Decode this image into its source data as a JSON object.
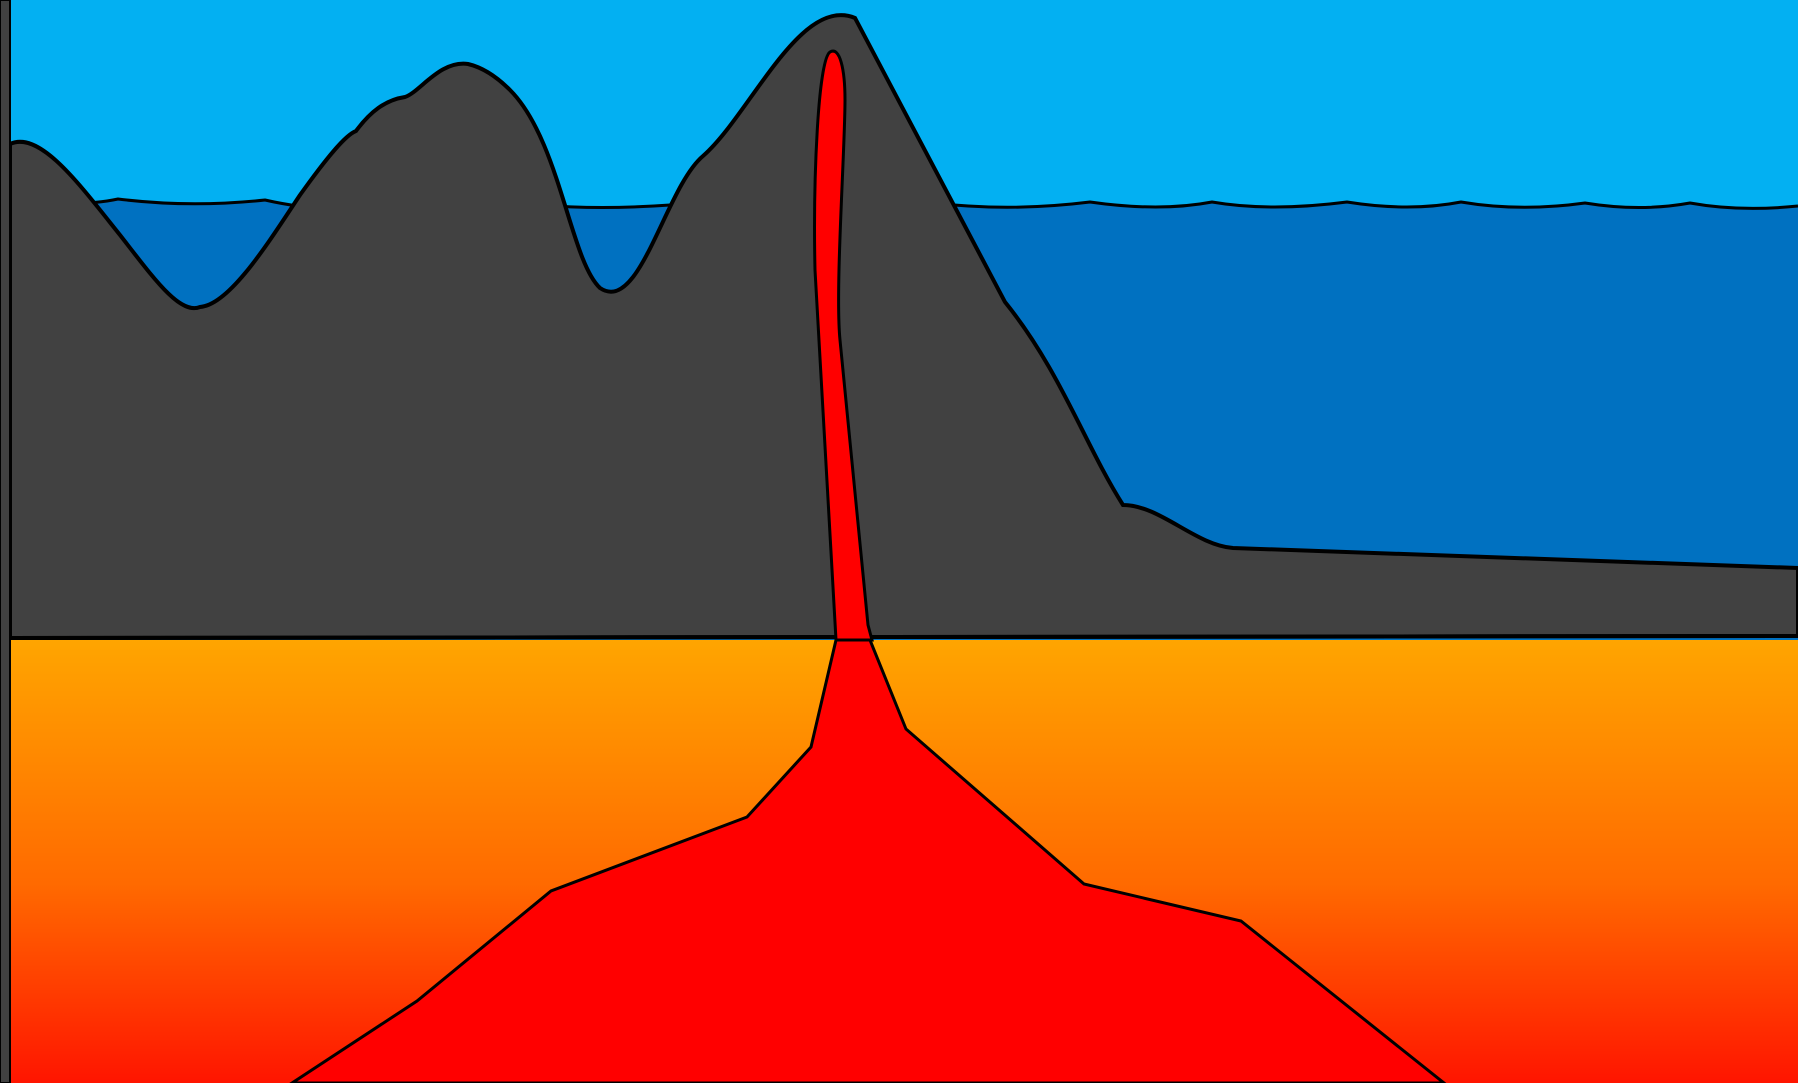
{
  "diagram": {
    "colors": {
      "sky": "#03B0F2",
      "ocean": "#0071C1",
      "rock": "#414141",
      "mantle_top": "#FFA500",
      "mantle_mid": "#FF6A00",
      "mantle_bottom": "#FF1500",
      "magma": "#FF0000",
      "outline": "#000000"
    },
    "regions": [
      "sky",
      "ocean",
      "volcanic-mountains",
      "crust",
      "mantle",
      "magma-chamber",
      "magma-conduit"
    ]
  }
}
